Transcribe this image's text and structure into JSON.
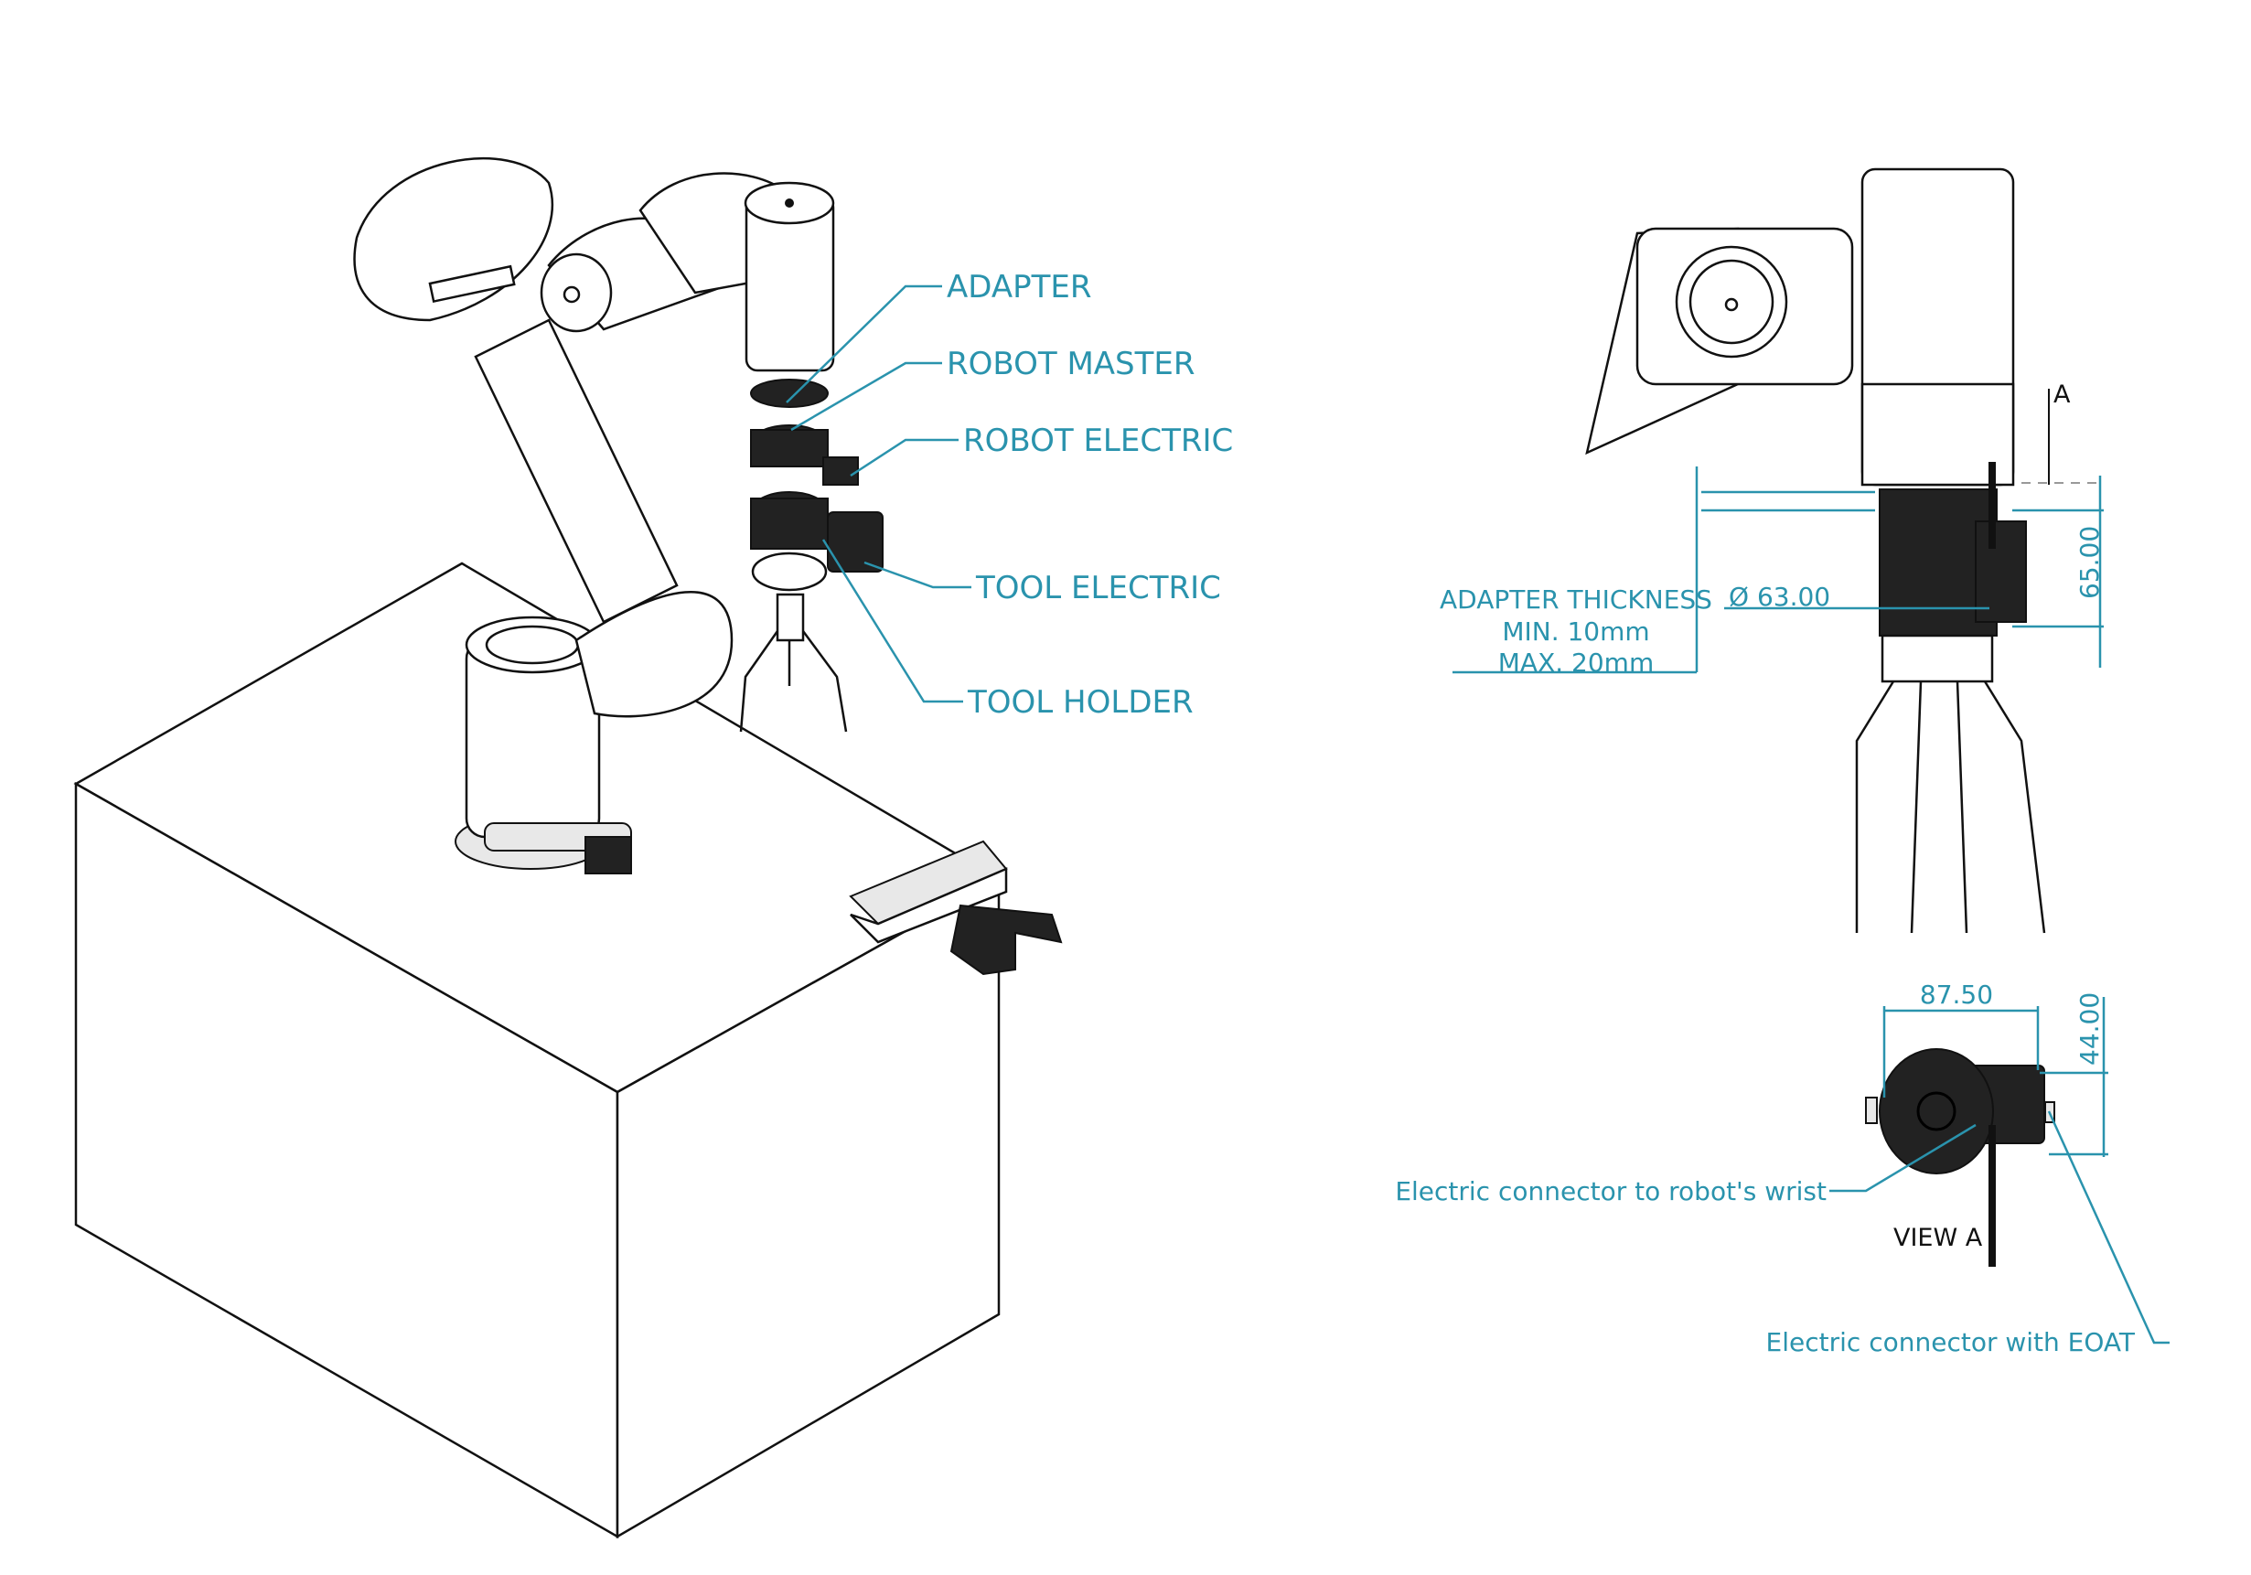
{
  "colors": {
    "callout": "#2a93ad",
    "outline": "#111111",
    "part_dark": "#222222"
  },
  "callouts": {
    "adapter": "ADAPTER",
    "robot_master": "ROBOT MASTER",
    "robot_electric": "ROBOT ELECTRIC",
    "tool_electric": "TOOL ELECTRIC",
    "tool_holder": "TOOL HOLDER"
  },
  "side_view": {
    "adapter_note": [
      "ADAPTER THICKNESS",
      "MIN. 10mm",
      "MAX. 20mm"
    ],
    "diameter_dim": "Ø 63.00",
    "height_dim": "65.00",
    "view_marker": "A"
  },
  "view_a": {
    "width_dim": "87.50",
    "height_dim": "44.00",
    "title": "VIEW A",
    "note_wrist": "Electric connector to robot's wrist",
    "note_eoat": "Electric connector with EOAT"
  }
}
